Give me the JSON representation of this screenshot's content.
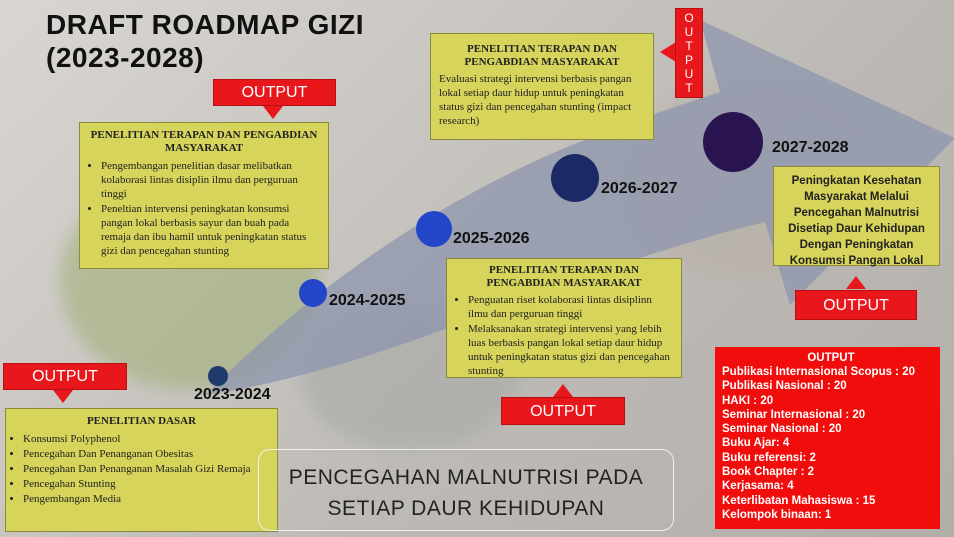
{
  "title": {
    "line1": "DRAFT ROADMAP GIZI",
    "line2": "(2023-2028)"
  },
  "output_label": "OUTPUT",
  "vertical_output_letters": [
    "O",
    "U",
    "T",
    "P",
    "U",
    "T"
  ],
  "years": {
    "y1": "2023-2024",
    "y2": "2024-2025",
    "y3": "2025-2026",
    "y4": "2026-2027",
    "y5": "2027-2028"
  },
  "box_dasar": {
    "heading": "PENELITIAN DASAR",
    "items": [
      "Konsumsi Polyphenol",
      "Pencegahan Dan Penanganan Obesitas",
      "Pencegahan Dan Penanganan Masalah Gizi Remaja",
      "Pencegahan Stunting",
      "Pengembangan Media"
    ]
  },
  "box_pengabdian1": {
    "heading": "PENELITIAN TERAPAN DAN PENGABDIAN MASYARAKAT",
    "items": [
      "Pengembangan penelitian dasar melibatkan kolaborasi lintas disiplin ilmu dan perguruan tinggi",
      "Peneltian intervensi peningkatan konsumsi pangan lokal berbasis sayur dan buah pada remaja dan ibu hamil untuk peningkatan status gizi dan pencegahan stunting"
    ]
  },
  "box_pengabdian2": {
    "heading": "PENELITIAN TERAPAN DAN PENGABDIAN MASYARAKAT",
    "items": [
      "Penguatan riset kolaborasi lintas disiplinn ilmu dan perguruan tinggi",
      "Melaksanakan strategi intervensi yang lebih luas berbasis pangan lokal setiap daur hidup untuk peningkatan status gizi dan pencegahan stunting"
    ]
  },
  "box_pengabdian3": {
    "heading": "PENELITIAN TERAPAN DAN PENGABDIAN MASYARAKAT",
    "text": "Evaluasi strategi intervensi berbasis pangan lokal setiap daur hidup untuk peningkatan status gizi dan pencegahan stunting (impact research)"
  },
  "goal_text": "Peningkatan Kesehatan Masyarakat Melalui Pencegahan Malnutrisi Disetiap Daur Kehidupan Dengan Peningkatan Konsumsi Pangan Lokal",
  "output_list": {
    "heading": "OUTPUT",
    "items": [
      "Publikasi Internasional Scopus : 20",
      "Publikasi Nasional : 20",
      "HAKI : 20",
      "Seminar Internasional : 20",
      "Seminar Nasional : 20",
      "Buku Ajar: 4",
      "Buku referensi: 2",
      "Book Chapter : 2",
      "Kerjasama: 4",
      "Keterlibatan Mahasiswa : 15",
      "Kelompok binaan: 1"
    ]
  },
  "bottom_banner": {
    "line1": "PENCEGAHAN MALNUTRISI PADA",
    "line2": "SETIAP DAUR KEHIDUPAN"
  },
  "colors": {
    "box_yellow": "#d6d45a",
    "output_red": "#e8171b",
    "arrow": "#8f97b0",
    "dot_dark": "#1f3a6b",
    "dot_blue": "#2346c8",
    "dot_navy": "#1b2a66",
    "dot_purple": "#2a1450"
  }
}
